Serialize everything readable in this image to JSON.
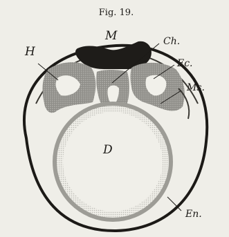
{
  "figure": {
    "title": "Fig. 19."
  },
  "labels": {
    "m": "M",
    "ch": "Ch.",
    "h": "H",
    "ec": "Ec.",
    "ms": "Ms.",
    "d": "D",
    "en": "En."
  }
}
